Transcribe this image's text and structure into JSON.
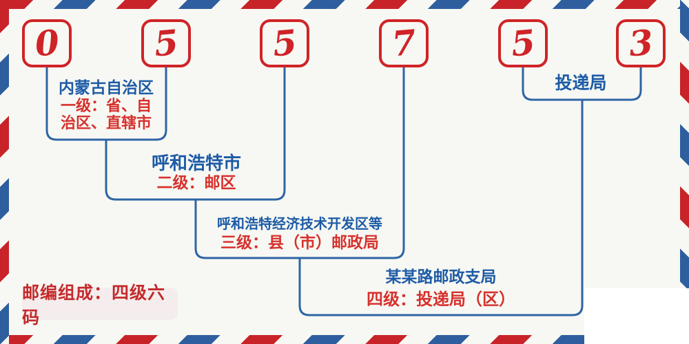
{
  "digits": [
    "0",
    "5",
    "5",
    "7",
    "5",
    "3"
  ],
  "labels": {
    "level1": {
      "place": "内蒙古自治区",
      "desc_line1": "一级：省、自",
      "desc_line2": "治区、直辖市"
    },
    "level2": {
      "place": "呼和浩特市",
      "desc": "二级：邮区"
    },
    "level3": {
      "place": "呼和浩特经济技术开发区等",
      "desc": "三级：县（市）邮政局"
    },
    "level4": {
      "place": "某某路邮政支局",
      "desc": "四级：投递局（区）"
    },
    "delivery": {
      "label": "投递局"
    }
  },
  "footer": {
    "note": "邮编组成：四级六码"
  },
  "colors": {
    "background": "#f7f8f3",
    "digit_red": "#d02327",
    "text_blue": "#1d5ba6",
    "text_red": "#d7312d",
    "line_blue": "#2e64a5",
    "stripe_red": "#c82329",
    "stripe_blue": "#2e5e9e",
    "pill_background": "#f5eded",
    "pill_text_red": "#c42a2c"
  }
}
